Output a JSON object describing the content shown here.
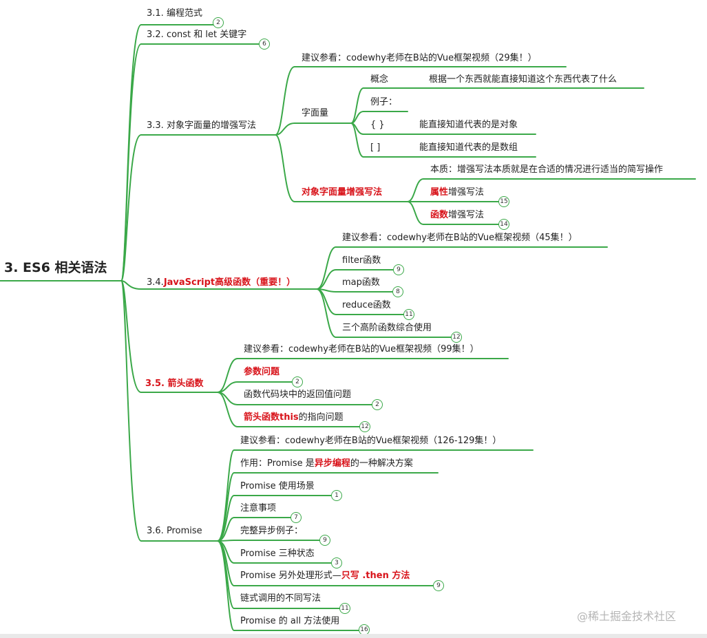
{
  "root": "3. ES6 相关语法",
  "s31": {
    "label": "3.1. 编程范式",
    "badge": "2"
  },
  "s32": {
    "label": "3.2. const 和 let 关键字",
    "badge": "6"
  },
  "s33": {
    "label": "3.3. 对象字面量的增强写法",
    "ref": "建议参看：codewhy老师在B站的Vue框架视频（29集！）",
    "literal": {
      "label": "字面量",
      "concept": "概念",
      "concept_text": "根据一个东西就能直接知道这个东西代表了什么",
      "example": "例子：",
      "obj_sym": "{ }",
      "obj_text": "能直接知道代表的是对象",
      "arr_sym": "[ ]",
      "arr_text": "能直接知道代表的是数组"
    },
    "enhanced": {
      "label": "对象字面量增强写法",
      "essence": "本质：增强写法本质就是在合适的情况进行适当的简写操作",
      "prop_red": "属性",
      "prop_rest": "增强写法",
      "prop_badge": "15",
      "func_red": "函数",
      "func_rest": "增强写法",
      "func_badge": "14"
    }
  },
  "s34": {
    "num": "3.4.",
    "title": "JavaScript高级函数（重要！）",
    "ref": "建议参看：codewhy老师在B站的Vue框架视频（45集！）",
    "filter": "filter函数",
    "filter_badge": "9",
    "map": "map函数",
    "map_badge": "8",
    "reduce": "reduce函数",
    "reduce_badge": "11",
    "combo": "三个高阶函数综合使用",
    "combo_badge": "12"
  },
  "s35": {
    "label": "3.5. 箭头函数",
    "ref": "建议参看：codewhy老师在B站的Vue框架视频（99集！）",
    "param": "参数问题",
    "param_badge": "2",
    "ret": "函数代码块中的返回值问题",
    "ret_badge": "2",
    "this_red": "箭头函数this",
    "this_rest": "的指向问题",
    "this_badge": "12"
  },
  "s36": {
    "label": "3.6. Promise",
    "ref": "建议参看：codewhy老师在B站的Vue框架视频（126-129集！）",
    "role_pre": "作用：Promise 是",
    "role_red": "异步编程",
    "role_post": "的一种解决方案",
    "scene": "Promise 使用场景",
    "scene_badge": "1",
    "notes": "注意事项",
    "notes_badge": "7",
    "full": "完整异步例子：",
    "full_badge": "9",
    "states": "Promise 三种状态",
    "states_badge": "3",
    "other_pre": "Promise 另外处理形式—",
    "other_red": "只写 .then 方法",
    "other_badge": "9",
    "chain": "链式调用的不同写法",
    "chain_badge": "11",
    "all": "Promise 的 all 方法使用",
    "all_badge": "16"
  },
  "watermark": "@稀土掘金技术社区",
  "colors": {
    "line": "#3aa848",
    "red": "#d8131a"
  }
}
